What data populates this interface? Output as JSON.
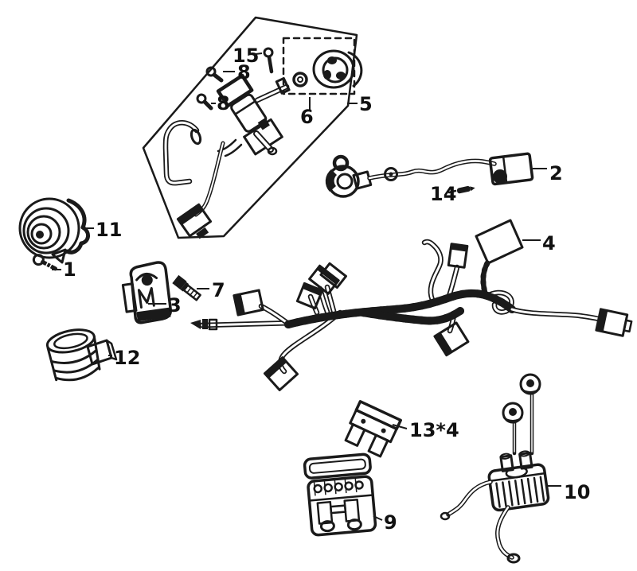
{
  "figure": {
    "kind": "exploded parts diagram",
    "background_color": "#ffffff",
    "line_color": "#1a1a1a"
  },
  "callouts": [
    {
      "id": "1",
      "label": "1"
    },
    {
      "id": "2",
      "label": "2"
    },
    {
      "id": "3",
      "label": "3"
    },
    {
      "id": "4",
      "label": "4"
    },
    {
      "id": "5",
      "label": "5"
    },
    {
      "id": "6",
      "label": "6"
    },
    {
      "id": "7",
      "label": "7"
    },
    {
      "id": "8a",
      "label": "8"
    },
    {
      "id": "8b",
      "label": "8"
    },
    {
      "id": "9",
      "label": "9"
    },
    {
      "id": "10",
      "label": "10"
    },
    {
      "id": "11",
      "label": "11"
    },
    {
      "id": "12",
      "label": "12"
    },
    {
      "id": "13",
      "label": "13*4"
    },
    {
      "id": "14",
      "label": "14"
    },
    {
      "id": "15",
      "label": "15"
    }
  ]
}
